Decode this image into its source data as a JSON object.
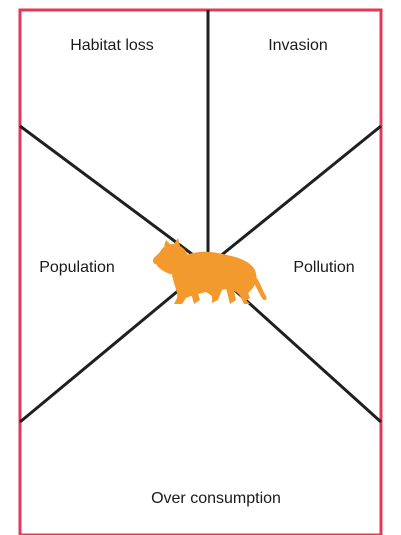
{
  "labels": {
    "top_left": "Habitat loss",
    "top_right": "Invasion",
    "left": "Population",
    "right": "Pollution",
    "bottom": "Over consumption"
  },
  "colors": {
    "frame": "#e0395a",
    "lines": "#1f1f1f",
    "animal": "#f39a2e"
  },
  "icon": "tiger-icon"
}
